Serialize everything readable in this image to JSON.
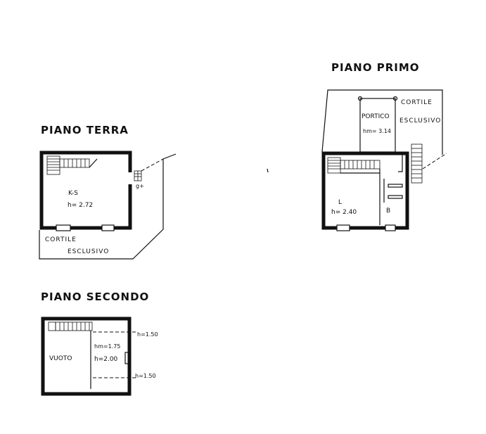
{
  "floors": {
    "terra": {
      "title": "PIANO TERRA",
      "room_label": "K-S",
      "room_height": "h= 2.72",
      "courtyard_line1": "CORTILE",
      "courtyard_line2": "ESCLUSIVO",
      "step_mark": "g+"
    },
    "primo": {
      "title": "PIANO PRIMO",
      "portico_label": "PORTICO",
      "portico_height": "hm= 3.14",
      "courtyard_line1": "CORTILE",
      "courtyard_line2": "ESCLUSIVO",
      "room_l_label": "L",
      "room_l_height": "h= 2.40",
      "room_b_label": "B"
    },
    "secondo": {
      "title": "PIANO SECONDO",
      "void_label": "VUOTO",
      "hm_label": "hm=1.75",
      "h_label": "h=2.00",
      "h_top": "h=1.50",
      "h_bottom": "h=1.50"
    }
  }
}
